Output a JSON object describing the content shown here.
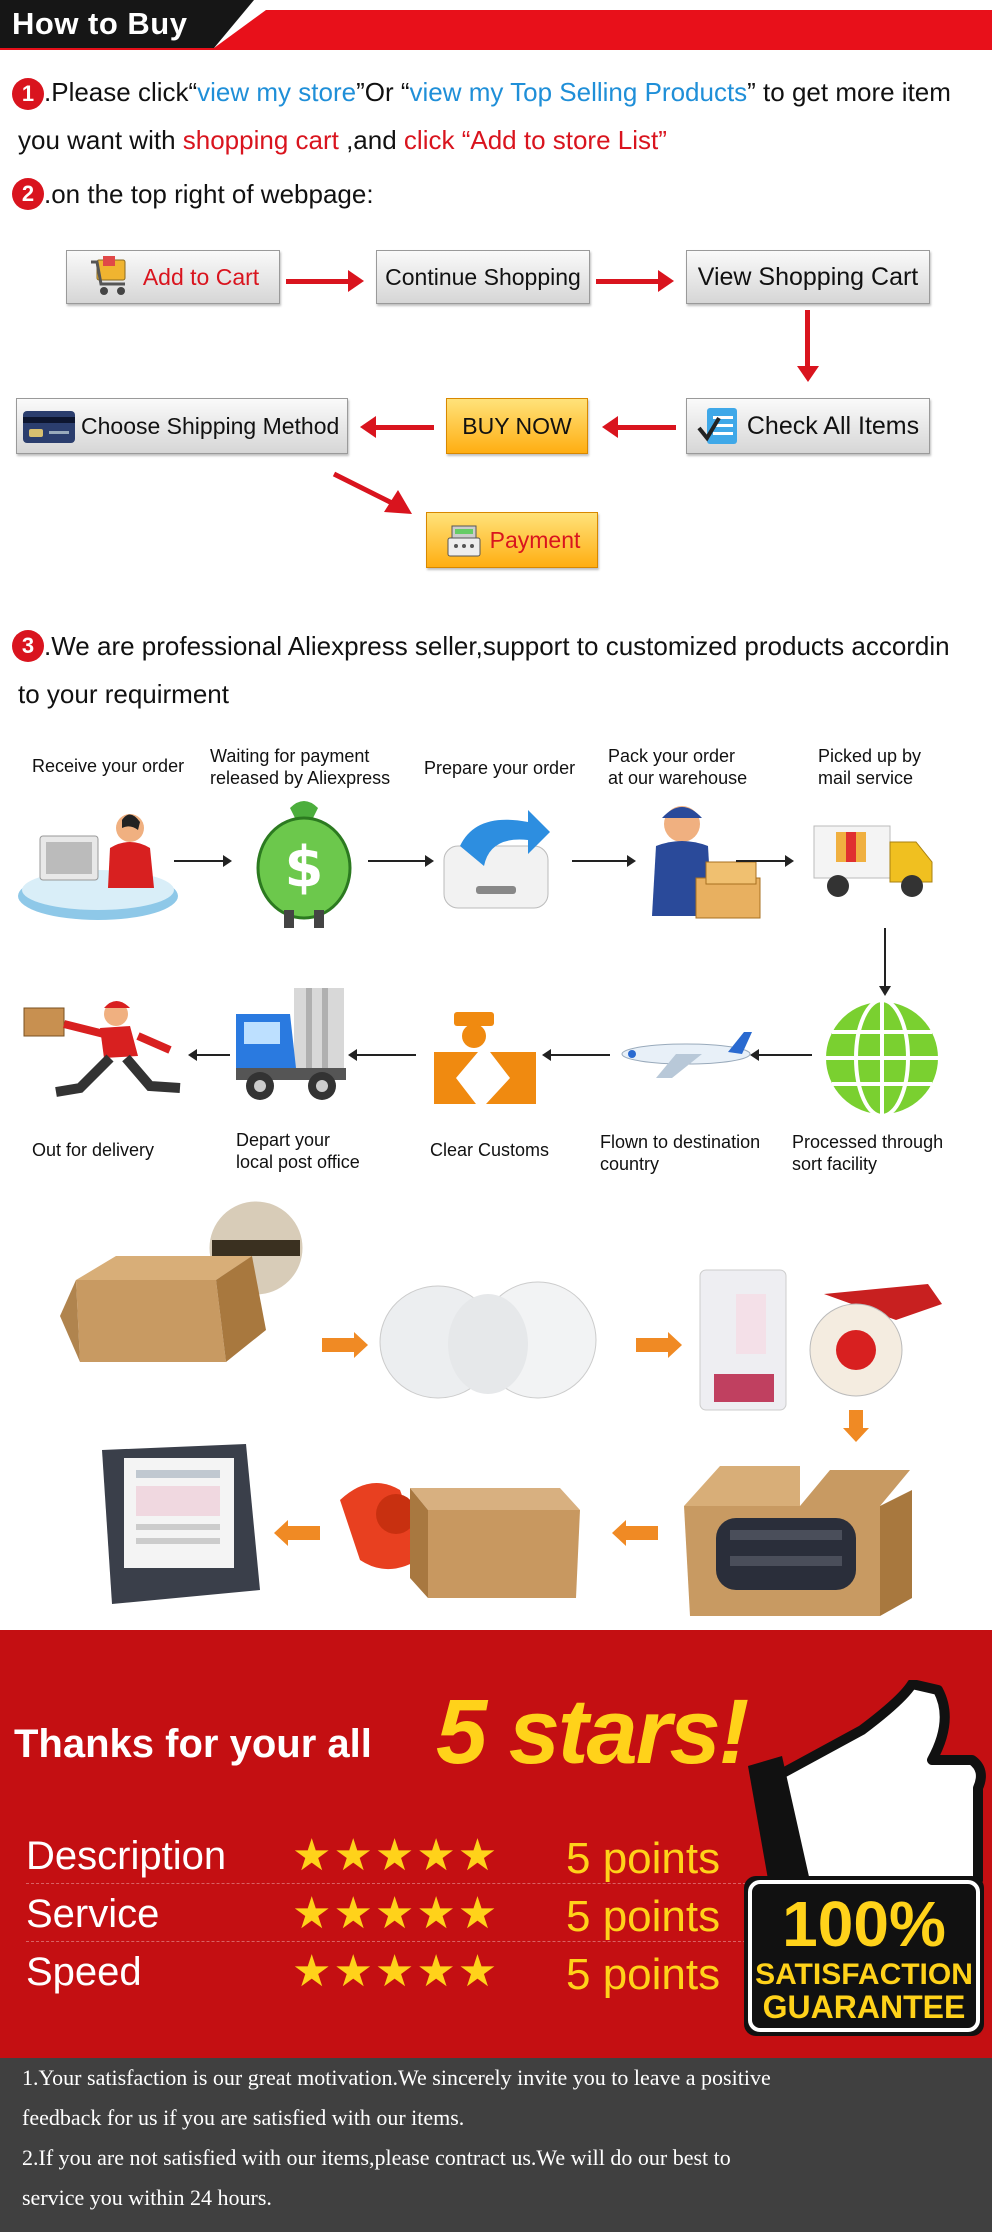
{
  "header": {
    "title": "How to Buy"
  },
  "step1": {
    "num": "1",
    "line1": [
      {
        "t": ".Please click“",
        "c": ""
      },
      {
        "t": "view my store",
        "c": "blue"
      },
      {
        "t": "”Or “",
        "c": ""
      },
      {
        "t": "view my Top Selling Products",
        "c": "blue"
      },
      {
        "t": "” to get more item",
        "c": ""
      }
    ],
    "line2": [
      {
        "t": "you want with ",
        "c": ""
      },
      {
        "t": "shopping cart",
        "c": "red"
      },
      {
        "t": " ,and ",
        "c": ""
      },
      {
        "t": "click “Add to store List”",
        "c": "red"
      }
    ]
  },
  "step2": {
    "num": "2",
    "text": ".on the top right of webpage:"
  },
  "flow": {
    "add_to_cart": "Add to Cart",
    "continue_shopping": "Continue Shopping",
    "view_shopping_cart": "View Shopping Cart",
    "check_all_items": "Check All Items",
    "buy_now": "BUY NOW",
    "choose_shipping": "Choose Shipping Method",
    "payment": "Payment"
  },
  "step3": {
    "num": "3",
    "line1": ".We are professional Aliexpress seller,support to customized products accordin",
    "line2": "to your requirment"
  },
  "process": {
    "receive": "Receive your order",
    "waiting1": "Waiting for payment",
    "waiting2": "released by Aliexpress",
    "prepare": "Prepare your order",
    "pack1": "Pack your order",
    "pack2": "at our warehouse",
    "picked1": "Picked up by",
    "picked2": "mail service",
    "out": "Out for delivery",
    "depart1": "Depart your",
    "depart2": "local post office",
    "customs": "Clear Customs",
    "flown1": "Flown to destination",
    "flown2": "country",
    "sort1": "Processed through",
    "sort2": "sort facility"
  },
  "banner": {
    "thanks": "Thanks for your all",
    "five_stars": "5 stars!",
    "ratings": [
      {
        "name": "Description",
        "stars": "★★★★★",
        "points": "5 points"
      },
      {
        "name": "Service",
        "stars": "★★★★★",
        "points": "5 points"
      },
      {
        "name": "Speed",
        "stars": "★★★★★",
        "points": "5 points"
      }
    ],
    "badge_100": "100%",
    "badge_sat": "SATISFACTION",
    "badge_guar": "GUARANTEE"
  },
  "footer": {
    "l1": "1.Your satisfaction is our great motivation.We sincerely invite you to leave a positive",
    "l2": "feedback for us if you are satisfied with our items.",
    "l3": "2.If you are not satisfied with our items,please contract us.We will do our best to",
    "l4": "service you within 24 hours."
  }
}
